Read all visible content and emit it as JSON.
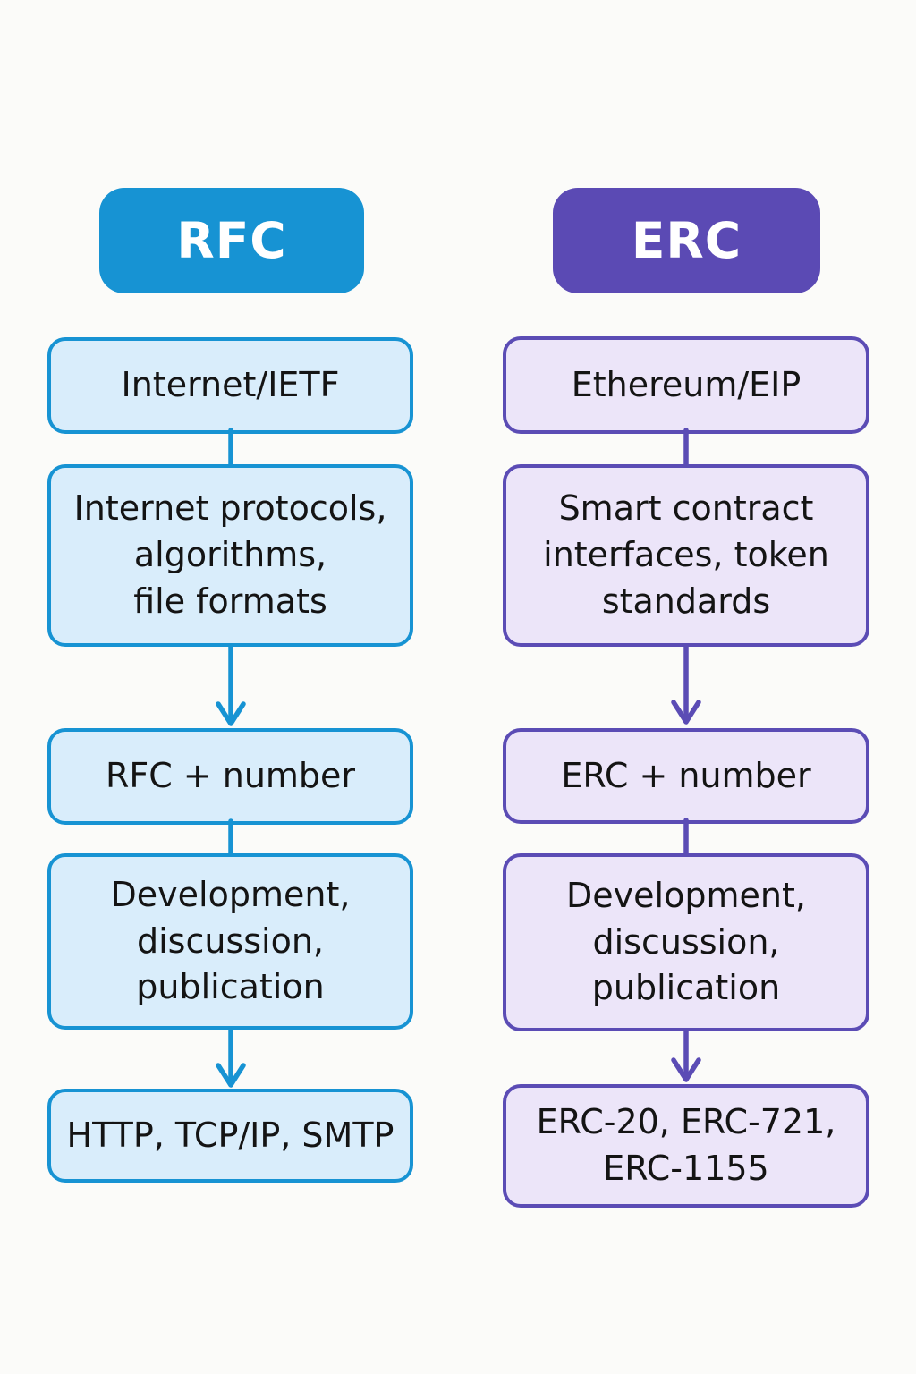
{
  "page": {
    "background_color": "#fbfbf9",
    "text_color": "#141414"
  },
  "columns": [
    {
      "header_label": "RFC",
      "accent_color": "#1793d3",
      "fill_color": "#d9edfb",
      "header_text_color": "#ffffff",
      "boxes": [
        {
          "lines": [
            "Internet/IETF"
          ]
        },
        {
          "lines": [
            "Internet protocols,",
            "algorithms,",
            "file formats"
          ]
        },
        {
          "lines": [
            "RFC + number"
          ]
        },
        {
          "lines": [
            "Development,",
            "discussion,",
            "publication"
          ]
        },
        {
          "lines": [
            "HTTP, TCP/IP, SMTP"
          ]
        }
      ],
      "connectors": [
        {
          "type": "line"
        },
        {
          "type": "arrow"
        },
        {
          "type": "line"
        },
        {
          "type": "arrow"
        }
      ]
    },
    {
      "header_label": "ERC",
      "accent_color": "#5b4ab4",
      "fill_color": "#ece5f9",
      "header_text_color": "#ffffff",
      "boxes": [
        {
          "lines": [
            "Ethereum/EIP"
          ]
        },
        {
          "lines": [
            "Smart contract",
            "interfaces, token",
            "standards"
          ]
        },
        {
          "lines": [
            "ERC + number"
          ]
        },
        {
          "lines": [
            "Development,",
            "discussion,",
            "publication"
          ]
        },
        {
          "lines": [
            "ERC-20, ERC-721,",
            "ERC-1155"
          ]
        }
      ],
      "connectors": [
        {
          "type": "line"
        },
        {
          "type": "arrow"
        },
        {
          "type": "line"
        },
        {
          "type": "arrow"
        }
      ]
    }
  ]
}
